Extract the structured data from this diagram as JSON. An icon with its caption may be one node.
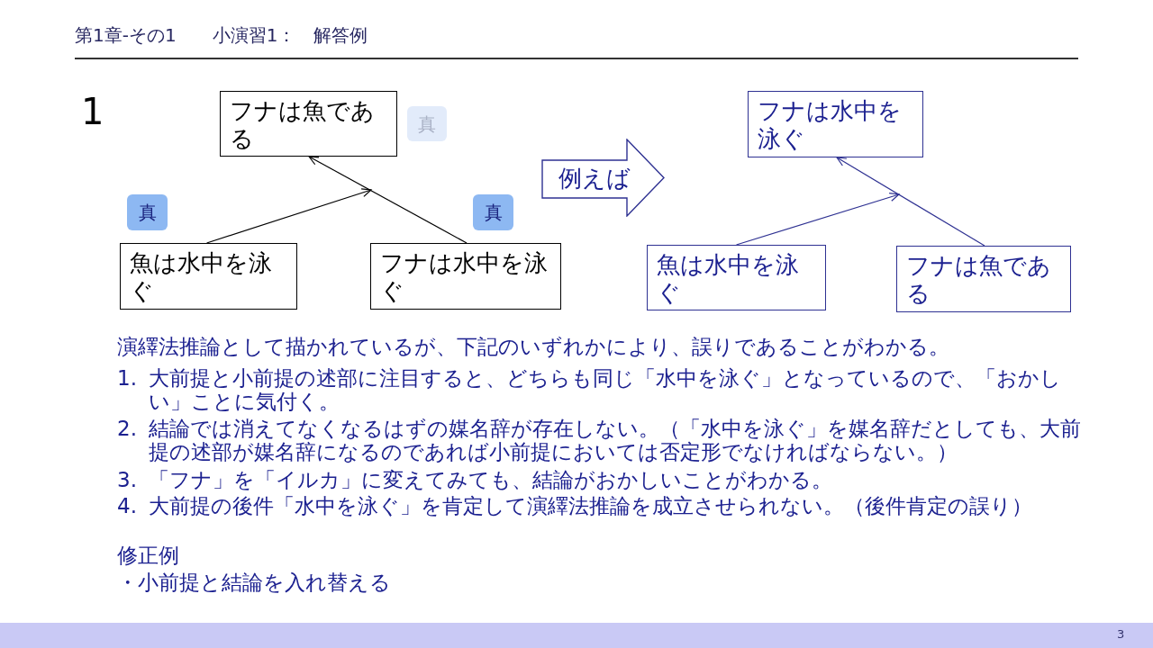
{
  "diagram": {
    "title": "第1章-その1　　小演習1：　解答例",
    "nodes": [
      {
        "text": [
          "フナは魚である"
        ]
      },
      {
        "text": [
          "魚は水中を泳ぐ"
        ]
      },
      {
        "text": [
          "フナは水中を泳ぐ"
        ]
      },
      {
        "text": [
          "真"
        ]
      },
      {
        "text": [
          "真"
        ]
      },
      {
        "text": [
          "真"
        ]
      },
      {
        "text": [
          "例えば"
        ]
      },
      {
        "text": [
          "フナは水中を泳ぐ"
        ]
      },
      {
        "text": [
          "魚は水中を泳ぐ"
        ]
      },
      {
        "text": [
          "フナは魚である"
        ]
      }
    ],
    "edges": [
      {
        "from": 1,
        "to": null,
        "arrow": "to"
      },
      {
        "from": 2,
        "to": 0,
        "arrow": "to"
      },
      {
        "from": 8,
        "to": null,
        "arrow": "to",
        "color": "#2e3192"
      },
      {
        "from": 9,
        "to": 7,
        "arrow": "to",
        "color": "#2e3192"
      }
    ],
    "labels": [
      "1",
      "演繹法推論として描かれているが、下記のいずれかにより、誤りであることがわかる。",
      "1.",
      "大前提と小前提の述部に注目すると、どちらも同じ「水中を泳ぐ」となっているので、「おかしい」ことに気付く。",
      "2.",
      "結論では消えてなくなるはずの媒名辞が存在しない。（「水中を泳ぐ」を媒名辞だとしても、大前提の述部が媒名辞になるのであれば小前提においては否定形でなければならない。）",
      "3.",
      "「フナ」を「イルカ」に変えてみても、結論がおかしいことがわかる。",
      "4.",
      "大前提の後件「水中を泳ぐ」を肯定して演繹法推論を成立させられない。（後件肯定の誤り）",
      "修正例",
      "・小前提と結論を入れ替える",
      "3"
    ]
  }
}
